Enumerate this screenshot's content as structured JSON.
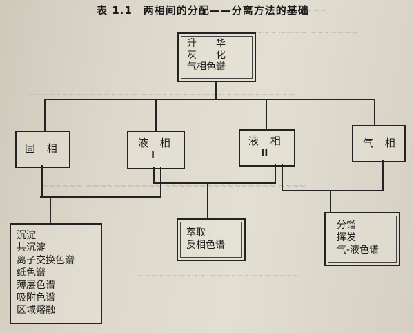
{
  "table": {
    "title": "表 1.1　两相间的分配——分离方法的基础",
    "top": {
      "lines": [
        "升　　华",
        "灰　　化",
        "气相色谱"
      ]
    },
    "phases": [
      {
        "label": "固 相",
        "sub": ""
      },
      {
        "label": "液 相",
        "sub": "I"
      },
      {
        "label": "液 相",
        "sub": "II"
      },
      {
        "label": "气 相",
        "sub": ""
      }
    ],
    "methods": {
      "solid": [
        "沉淀",
        "共沉淀",
        "离子交换色谱",
        "纸色谱",
        "薄层色谱",
        "吸附色谱",
        "区域熔融"
      ],
      "liquid": [
        "萃取",
        "反相色谱"
      ],
      "gas": [
        "分馏",
        "挥发",
        "气-液色谱"
      ]
    }
  }
}
